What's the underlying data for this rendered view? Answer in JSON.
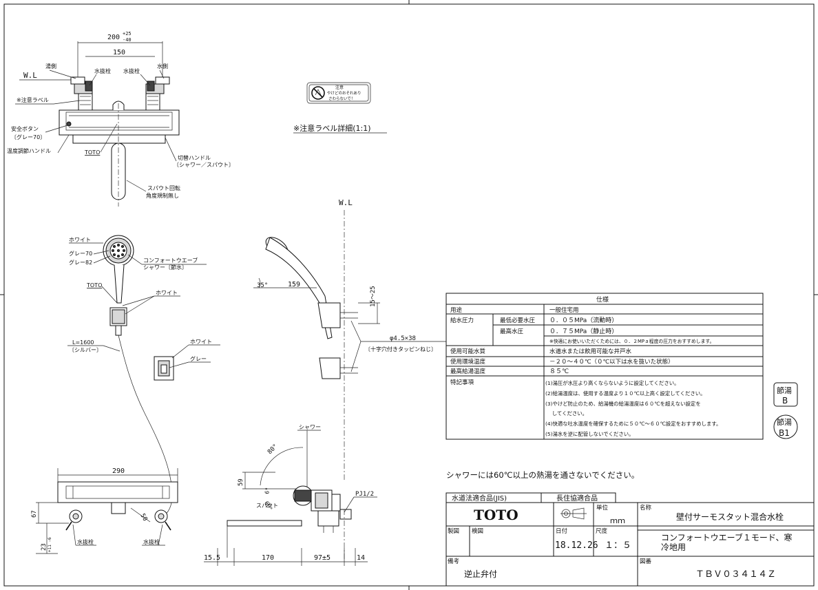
{
  "top_view": {
    "dim_200": "200",
    "dim_200_tol_upper": "+25",
    "dim_200_tol_lower": "-40",
    "dim_150": "150",
    "wl": "W.L",
    "hot_side": "湯側",
    "water_side": "水側",
    "drain_plug_left": "水抜栓",
    "drain_plug_right": "水抜栓",
    "caution_label": "※注意ラベル",
    "safety_button": "安全ボタン",
    "safety_button_color": "〔グレー70〕",
    "temp_handle": "温度調節ハンドル",
    "toto": "TOTO",
    "switch_handle": "切替ハンドル",
    "switch_handle_note": "〔シャワー／スパウト〕",
    "spout_rotation": "スパウト回転",
    "spout_rotation_note": "角度規制無し"
  },
  "caution_label_detail": {
    "label_line1": "注意",
    "label_line2": "やけどのおそれあり",
    "label_line3": "さわらないで！",
    "caption": "※注意ラベル詳細(1:1)"
  },
  "shower_view": {
    "white_top": "ホワイト",
    "gray70": "グレー70",
    "gray82": "グレー82",
    "comfort_wave": "コンフォートウエーブ",
    "shower_saving": "シャワー〔節水〕",
    "toto": "TOTO",
    "white_mid": "ホワイト",
    "hose_length": "L=1600",
    "hose_color": "〔シルバー〕",
    "holder_white": "ホワイト",
    "holder_gray": "グレー"
  },
  "side_view": {
    "wl": "W.L",
    "angle_35": "35°",
    "dim_159": "159",
    "dim_15_25": "15～25",
    "screw": "φ4.5×38",
    "screw_note": "〔十字穴付きタッピンねじ〕"
  },
  "bottom_view": {
    "dim_290": "290",
    "dim_67": "67",
    "dim_23": "23",
    "dim_23_tol": "+11 -6",
    "dim_50": "50",
    "drain_left": "水抜栓",
    "drain_right": "水抜栓"
  },
  "spout_view": {
    "shower": "シャワー",
    "angle_80": "80°",
    "angle_6": "6°",
    "angle_60": "60°",
    "spout": "スパウト",
    "dim_59": "59",
    "pj": "PJ1/2",
    "dim_15_5": "15.5",
    "dim_170": "170",
    "dim_97": "97±5",
    "dim_14": "14"
  },
  "spec_table": {
    "title": "仕様",
    "rows": [
      {
        "label": "用途",
        "sub": "",
        "value": "一般住宅用"
      },
      {
        "label": "給水圧力",
        "sub": "最低必要水圧",
        "value": "０．０５MPa（流動時）"
      },
      {
        "label": "",
        "sub": "最高水圧",
        "value": "０．７５MPa（静止時）"
      },
      {
        "label": "",
        "sub": "",
        "value": "※快適にお使いいただくためには、０．２MPａ程度の圧力をおすすめします。"
      },
      {
        "label": "使用可能水質",
        "sub": "",
        "value": "水道水または飲用可能な井戸水"
      },
      {
        "label": "使用環境温度",
        "sub": "",
        "value": "－２０～４０℃（０℃以下は水を抜いた状態）"
      },
      {
        "label": "最高給湯温度",
        "sub": "",
        "value": "８５℃"
      }
    ],
    "notes_label": "特記事項",
    "notes": [
      "(1)湯圧が水圧より高くならないように設定してください。",
      "(2)給湯温度は、使用する温度より１０℃以上高く設定してください。",
      "(3)やけど防止のため、給湯機の給湯温度は６０℃を超えない設定を",
      "　 してください。",
      "(4)快適な吐水温度を確保するために５０℃～６０℃設定をおすすめします。",
      "(5)湯水を逆に配管しないでください。"
    ]
  },
  "badges": {
    "b_top": "節湯",
    "b_bottom": "B",
    "b1_top": "節湯",
    "b1_bottom": "B1"
  },
  "warning": "シャワーには60℃以上の熱湯を通さないでください。",
  "title_block": {
    "jis": "水道法適合品(JIS)",
    "assoc": "長住協適合品",
    "brand": "TOTO",
    "unit_label": "単位",
    "unit": "ｍｍ",
    "name_label": "名称",
    "name": "壁付サーモスタット混合水栓",
    "made_label": "製図",
    "check_label": "検図",
    "date_label": "日付",
    "date": "18.12.26",
    "scale_label": "尺度",
    "scale": "１：５",
    "product": "コンフォートウエーブ１モード、寒冷地用",
    "remarks_label": "備考",
    "remarks": "逆止弁付",
    "drawing_no_label": "図番",
    "drawing_no": "ＴＢＶ０３４１４Ｚ"
  }
}
